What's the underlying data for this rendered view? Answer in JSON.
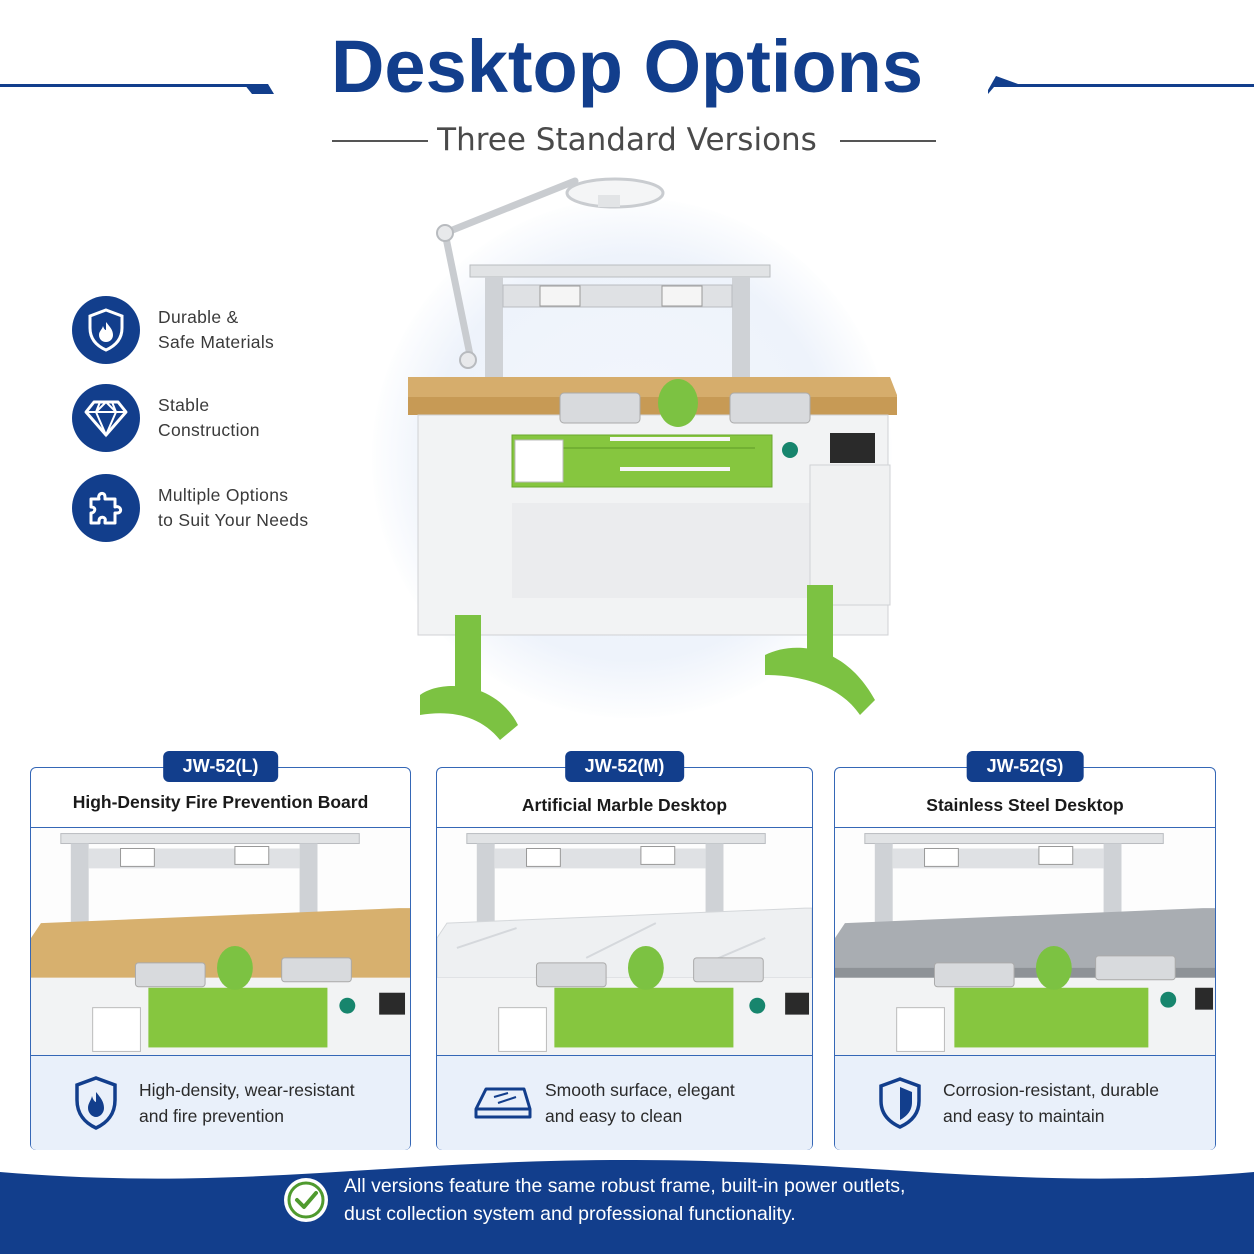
{
  "header": {
    "title": "Desktop Options",
    "subtitle": "Three Standard Versions"
  },
  "features": [
    {
      "icon": "shield-fire-icon",
      "line1": "Durable &",
      "line2": "Safe Materials"
    },
    {
      "icon": "diamond-icon",
      "line1": "Stable",
      "line2": "Construction"
    },
    {
      "icon": "puzzle-icon",
      "line1": "Multiple Options",
      "line2": "to Suit Your Needs"
    }
  ],
  "cards": [
    {
      "tag": "JW-52(L)",
      "title": "High-Density Fire Prevention Board",
      "desc1": "High-density, wear-resistant",
      "desc2": "and fire prevention",
      "icon": "shield-fire-icon",
      "surface_color": "#d7b06e"
    },
    {
      "tag": "JW-52(M)",
      "title": "Artificial Marble Desktop",
      "desc1": "Smooth surface, elegant",
      "desc2": "and easy to clean",
      "icon": "board-surface-icon",
      "surface_color": "#eef0f2"
    },
    {
      "tag": "JW-52(S)",
      "title": "Stainless Steel Desktop",
      "desc1": "Corrosion-resistant, durable",
      "desc2": "and easy to maintain",
      "icon": "shield-icon",
      "surface_color": "#a9adb2"
    }
  ],
  "banner": {
    "line1": "All versions feature the same robust frame, built-in power outlets,",
    "line2": "dust collection system and professional functionality."
  },
  "colors": {
    "brand_blue": "#123e8c",
    "accent_green": "#7cc242",
    "panel_bg": "#e9f0fa"
  }
}
